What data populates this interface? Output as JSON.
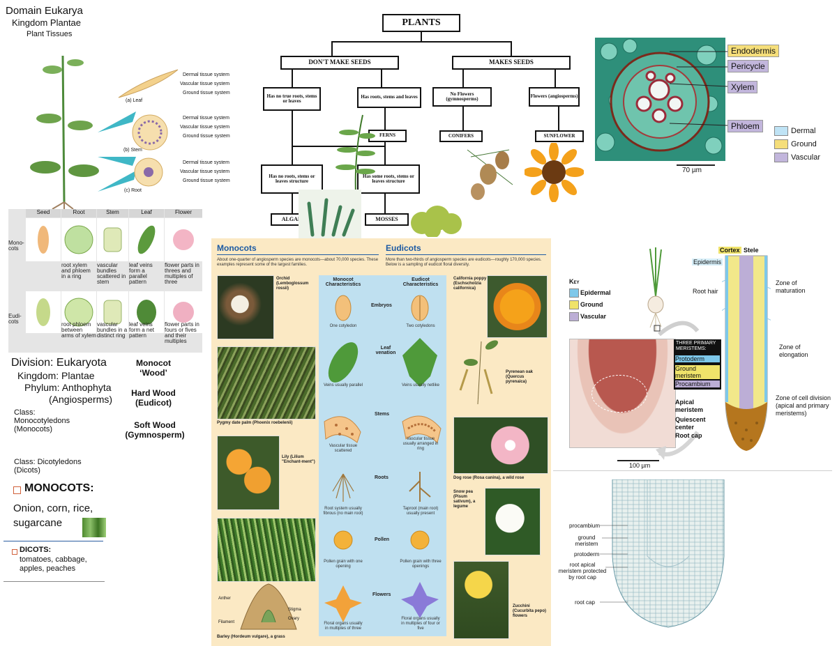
{
  "header": {
    "domain": "Domain Eukarya",
    "kingdom": "Kingdom Plantae",
    "tissues": "Plant Tissues"
  },
  "tissue_fig": {
    "leaf": {
      "caption": "(a) Leaf",
      "labels": [
        "Dermal tissue system",
        "Vascular tissue system",
        "Ground tissue system"
      ]
    },
    "stem": {
      "caption": "(b) Stem",
      "labels": [
        "Dermal tissue system",
        "Vascular tissue system",
        "Ground tissue system"
      ]
    },
    "root": {
      "caption": "(c) Root",
      "labels": [
        "Dermal tissue system",
        "Vascular tissue system",
        "Ground tissue system"
      ]
    }
  },
  "flowchart": {
    "root": "PLANTS",
    "dont_make_seeds": "DON'T MAKE SEEDS",
    "makes_seeds": "MAKES SEEDS",
    "no_true_roots": "Has no true roots, stems or leaves",
    "has_roots": "Has roots, stems and leaves",
    "no_flowers": "No Flowers (gymnosperms)",
    "flowers": "Flowers (angiosperms)",
    "ferns": "FERNS",
    "conifers": "CONIFERS",
    "sunflower": "SUNFLOWER",
    "no_roots_structure": "Has no roots, stems or leaves structure",
    "some_roots_structure": "Has some roots, stems or leaves structure",
    "algae": "ALGAE",
    "mosses": "MOSSES"
  },
  "cross_section": {
    "labels": [
      "Endodermis",
      "Pericycle",
      "Xylem",
      "Phloem"
    ],
    "scale": "70 µm",
    "legend": [
      {
        "label": "Dermal",
        "color": "#bfe3f5"
      },
      {
        "label": "Ground",
        "color": "#f5de7a"
      },
      {
        "label": "Vascular",
        "color": "#c2b6dc"
      }
    ]
  },
  "seed_table": {
    "headers": [
      "Seed",
      "Root",
      "Stem",
      "Leaf",
      "Flower"
    ],
    "rows": [
      {
        "label": "Mono-cots",
        "cells": [
          "root xylem and phloem in a ring",
          "vascular bundles scattered in stem",
          "leaf veins form a parallel pattern",
          "flower parts in threes and multiples of three"
        ]
      },
      {
        "label": "Eudi-cots",
        "cells": [
          "root phloem between arms of xylem",
          "vascular bundles in a distinct ring",
          "leaf veins form a net pattern",
          "flower parts in fours or fives and their multiples"
        ]
      }
    ]
  },
  "classification": {
    "division": "Division: Eukaryota",
    "kingdom": "Kingdom: Plantae",
    "phylum": "Phylum: Anthophyta",
    "angiosperms": "(Angiosperms)",
    "class_mono": "Class: Monocotyledons (Monocots)",
    "class_di": "Class: Dicotyledons (Dicots)",
    "monocots_heading": "MONOCOTS:",
    "monocots_examples": "Onion, corn, rice, sugarcane",
    "dicots_heading": "DICOTS:",
    "dicots_examples": "tomatoes, cabbage, apples, peaches"
  },
  "wood": {
    "mono_wood": "Monocot ‘Wood’",
    "hard_wood": "Hard Wood (Eudicot)",
    "soft_wood": "Soft Wood (Gymnosperm)"
  },
  "panel": {
    "monocots_title": "Monocots",
    "monocots_text": "About one-quarter of angiosperm species are monocots—about 70,000 species. These examples represent some of the largest families.",
    "eudicots_title": "Eudicots",
    "eudicots_text": "More than two-thirds of angiosperm species are eudicots—roughly 170,000 species. Below is a sampling of eudicot floral diversity.",
    "mono_char": "Monocot Characteristics",
    "eudi_char": "Eudicot Characteristics",
    "rows": [
      {
        "label": "Embryos",
        "mono": "One cotyledon",
        "eudi": "Two cotyledons"
      },
      {
        "label": "Leaf venation",
        "mono": "Veins usually parallel",
        "eudi": "Veins usually netlike"
      },
      {
        "label": "Stems",
        "mono": "Vascular tissue scattered",
        "eudi": "Vascular tissue usually arranged in ring"
      },
      {
        "label": "Roots",
        "mono": "Root system usually fibrous (no main root)",
        "eudi": "Taproot (main root) usually present"
      },
      {
        "label": "Pollen",
        "mono": "Pollen grain with one opening",
        "eudi": "Pollen grain with three openings"
      },
      {
        "label": "Flowers",
        "mono": "Floral organs usually in multiples of three",
        "eudi": "Floral organs usually in multiples of four or five"
      }
    ],
    "mono_photos": [
      "Orchid (Lemboglossum rossii)",
      "Pygmy date palm (Phoenix roebelenii)",
      "Lily (Lilium \"Enchant-ment\")",
      "Barley (Hordeum vulgare), a grass"
    ],
    "barley_labels": [
      "Anther",
      "Stigma",
      "Ovary",
      "Filament"
    ],
    "eudi_photos": [
      "California poppy (Eschscholzia californica)",
      "Pyrenean oak (Quercus pyrenaica)",
      "Dog rose (Rosa canina), a wild rose",
      "Snow pea (Pisum sativum), a legume",
      "Zucchini (Cucurbita pepo) flowers"
    ]
  },
  "root_fig": {
    "top_labels": [
      "Cortex",
      "Stele"
    ],
    "key_title": "Key",
    "key": [
      {
        "label": "Epidermal",
        "color": "#7ec8ea"
      },
      {
        "label": "Ground",
        "color": "#f0e36a"
      },
      {
        "label": "Vascular",
        "color": "#bcaed6"
      }
    ],
    "labels": [
      "Epidermis",
      "Root hair",
      "Zone of maturation",
      "Zone of elongation",
      "Zone of cell division (apical and primary meristems)",
      "Apical meristem",
      "Quiescent center",
      "Root cap"
    ],
    "meristems_title": "THREE PRIMARY MERISTEMS:",
    "meristems": [
      "Protoderm",
      "Ground meristem",
      "Procambium"
    ],
    "scale": "100 µm"
  },
  "root_tip": {
    "labels": [
      "procambium",
      "ground meristem",
      "protoderm",
      "root apical meristem protected by root cap",
      "root cap"
    ]
  }
}
